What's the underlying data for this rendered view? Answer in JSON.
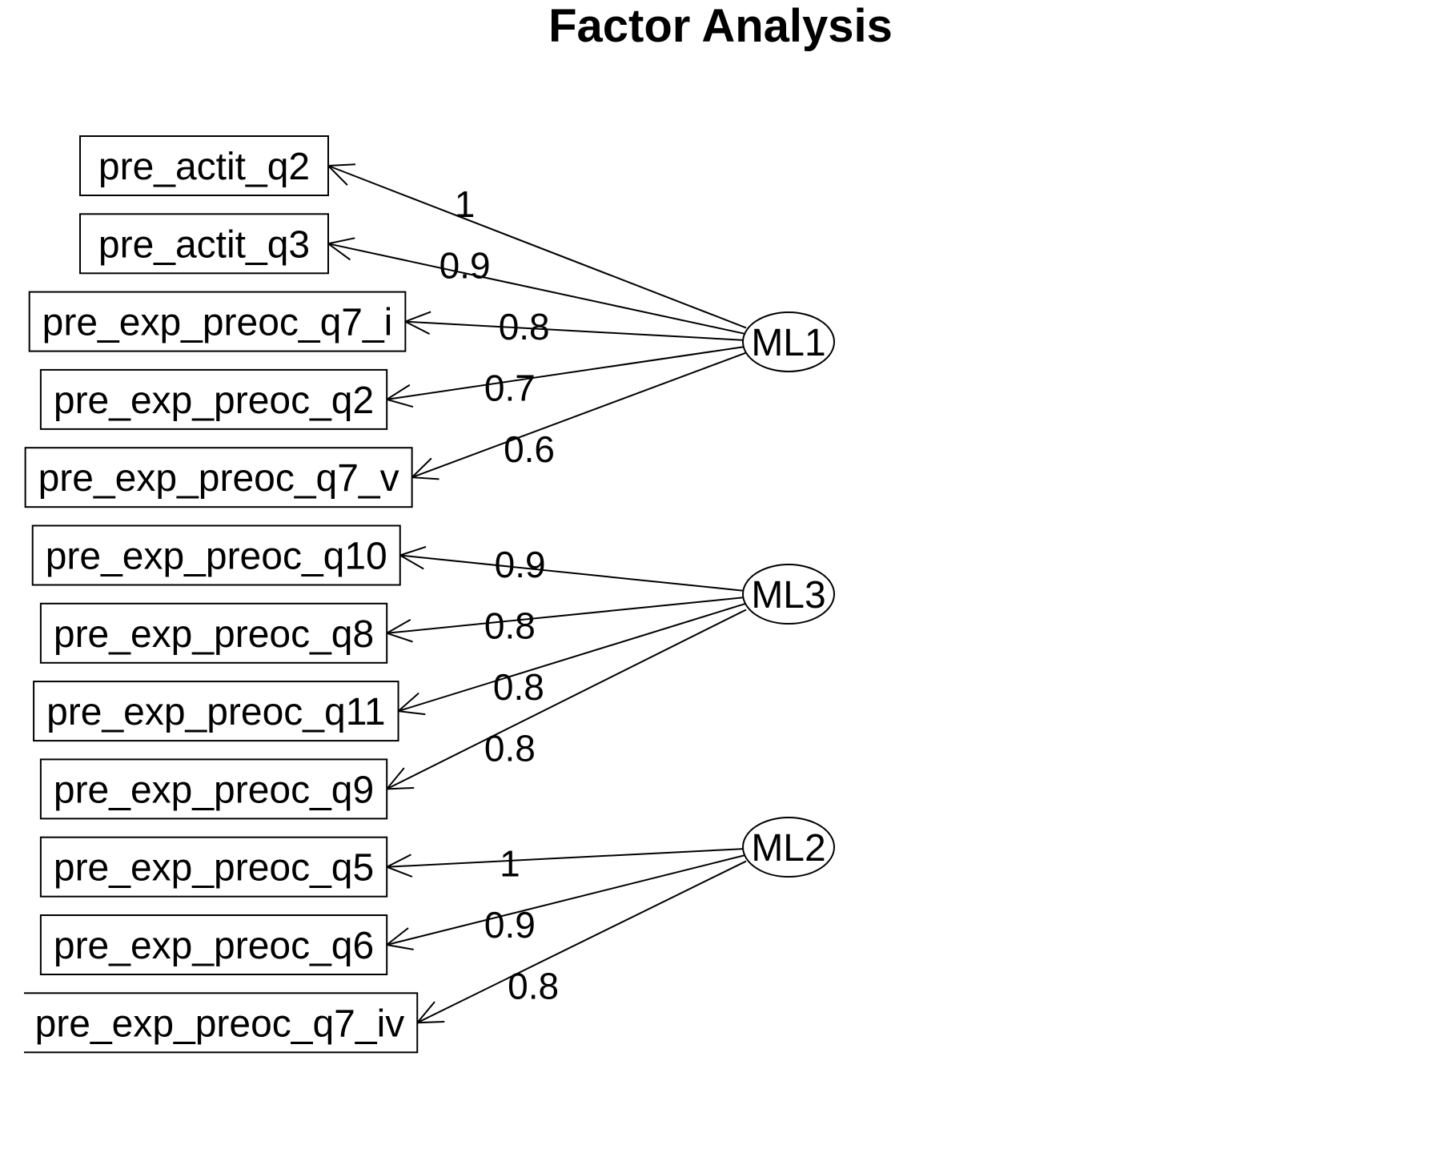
{
  "title": "Factor Analysis",
  "colors": {
    "stroke": "#000000",
    "background": "#ffffff"
  },
  "factors": [
    {
      "id": "ML1",
      "label": "ML1"
    },
    {
      "id": "ML3",
      "label": "ML3"
    },
    {
      "id": "ML2",
      "label": "ML2"
    }
  ],
  "items": [
    {
      "label": "pre_actit_q2",
      "factor": "ML1",
      "loading": "1"
    },
    {
      "label": "pre_actit_q3",
      "factor": "ML1",
      "loading": "0.9"
    },
    {
      "label": "pre_exp_preoc_q7_i",
      "factor": "ML1",
      "loading": "0.8"
    },
    {
      "label": "pre_exp_preoc_q2",
      "factor": "ML1",
      "loading": "0.7"
    },
    {
      "label": "pre_exp_preoc_q7_v",
      "factor": "ML1",
      "loading": "0.6"
    },
    {
      "label": "pre_exp_preoc_q10",
      "factor": "ML3",
      "loading": "0.9"
    },
    {
      "label": "pre_exp_preoc_q8",
      "factor": "ML3",
      "loading": "0.8"
    },
    {
      "label": "pre_exp_preoc_q11",
      "factor": "ML3",
      "loading": "0.8"
    },
    {
      "label": "pre_exp_preoc_q9",
      "factor": "ML3",
      "loading": "0.8"
    },
    {
      "label": "pre_exp_preoc_q5",
      "factor": "ML2",
      "loading": "1"
    },
    {
      "label": "pre_exp_preoc_q6",
      "factor": "ML2",
      "loading": "0.9"
    },
    {
      "label": "pre_exp_preoc_q7_iv",
      "factor": "ML2",
      "loading": "0.8"
    }
  ]
}
